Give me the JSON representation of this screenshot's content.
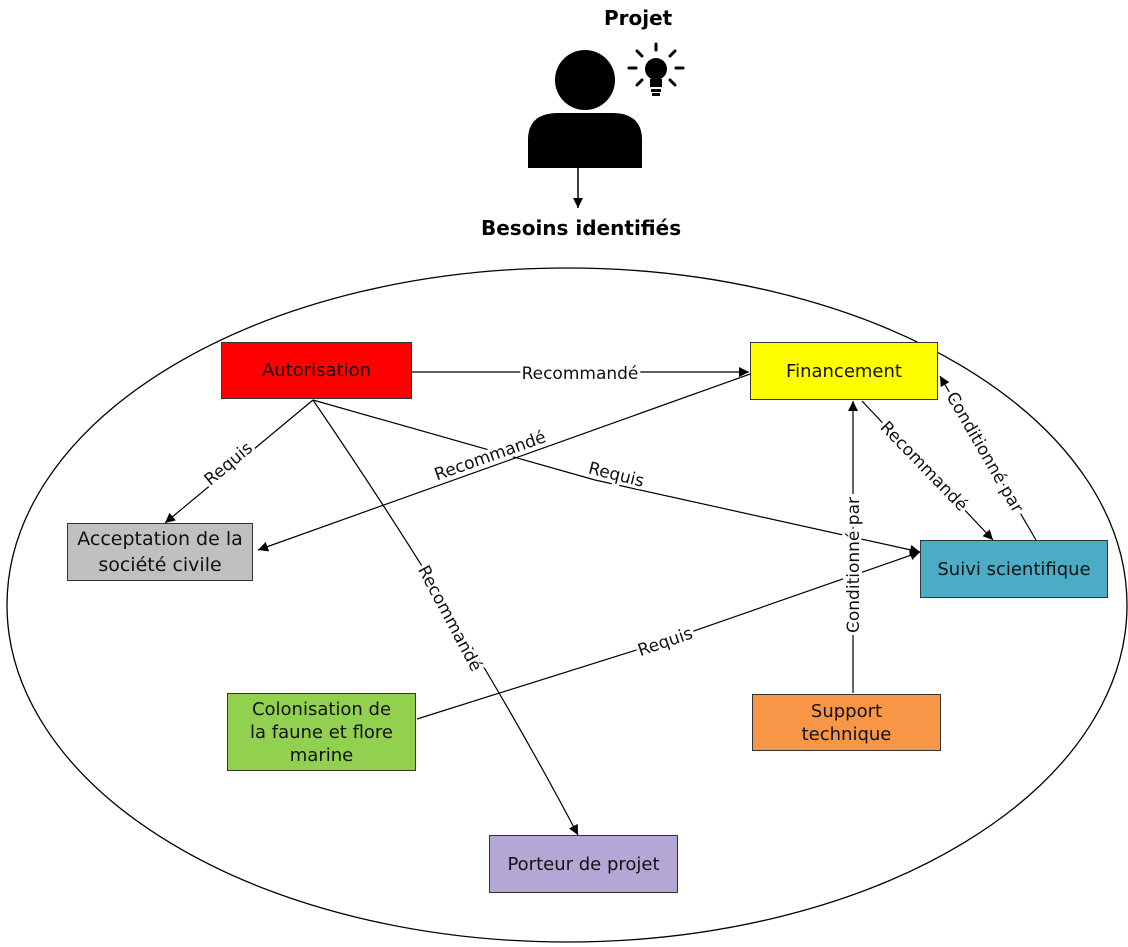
{
  "header": {
    "project_title": "Projet",
    "needs_title": "Besoins identifiés"
  },
  "nodes": {
    "autorisation": {
      "label": "Autorisation",
      "color": "#ff0000"
    },
    "financement": {
      "label": "Financement",
      "color": "#ffff00"
    },
    "acceptation": {
      "label": "Acceptation de la société civile",
      "color": "#c0c0c0"
    },
    "suivi": {
      "label": "Suivi scientifique",
      "color": "#4bacc6"
    },
    "colonisation": {
      "label": "Colonisation de la faune et flore marine",
      "color": "#92d050"
    },
    "support": {
      "label": "Support technique",
      "color": "#f79646"
    },
    "porteur": {
      "label": "Porteur de projet",
      "color": "#b4a7d6"
    }
  },
  "edges": [
    {
      "from": "Autorisation",
      "to": "Financement",
      "label": "Recommandé"
    },
    {
      "from": "Autorisation",
      "to": "Acceptation de la société civile",
      "label": "Requis"
    },
    {
      "from": "Financement",
      "to": "Acceptation de la société civile",
      "label": "Recommandé"
    },
    {
      "from": "Autorisation",
      "to": "Suivi scientifique",
      "label": "Requis"
    },
    {
      "from": "Autorisation",
      "to": "Porteur de projet",
      "label": "Recommandé"
    },
    {
      "from": "Colonisation de la faune et flore marine",
      "to": "Suivi scientifique",
      "label": "Requis"
    },
    {
      "from": "Support technique",
      "to": "Financement",
      "label": "Conditionné par"
    },
    {
      "from": "Financement",
      "to": "Suivi scientifique",
      "label": "Recommandé"
    },
    {
      "from": "Suivi scientifique",
      "to": "Financement",
      "label": "Conditionné par"
    }
  ]
}
